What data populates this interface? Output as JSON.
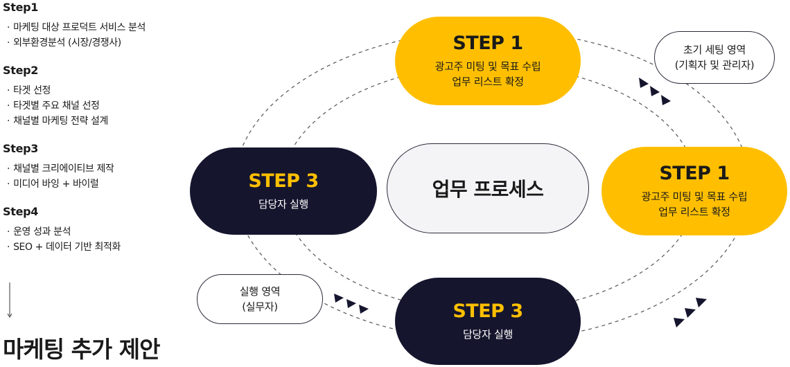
{
  "steps": [
    {
      "title": "Step1",
      "items": [
        "마케팅 대상 프로덕트 서비스 분석",
        "외부환경분석 (시장/경쟁사)"
      ]
    },
    {
      "title": "Step2",
      "items": [
        "타겟 선정",
        "타겟별 주요 채널 선정",
        "채널별 마케팅 전략 설계"
      ]
    },
    {
      "title": "Step3",
      "items": [
        "채널별 크리에이티브 제작",
        "미디어 바잉 + 바이럴"
      ]
    },
    {
      "title": "Step4",
      "items": [
        "운영 성과 분석",
        "SEO + 데이터 기반 최적화"
      ]
    }
  ],
  "proposal": "마케팅 추가 제안",
  "center": "업무 프로세스",
  "pills": {
    "top": {
      "label": "STEP 1",
      "line1": "광고주 미팅 및 목표 수립",
      "line2": "업무 리스트 확정"
    },
    "right": {
      "label": "STEP 1",
      "line1": "광고주 미팅 및 목표 수립",
      "line2": "업무 리스트 확정"
    },
    "left": {
      "label": "STEP 3",
      "line1": "담당자 실행"
    },
    "bottom": {
      "label": "STEP 3",
      "line1": "담당자 실행"
    }
  },
  "notes": {
    "setup": {
      "line1": "초기 세팅 영역",
      "line2": "(기획자 및 관리자)"
    },
    "exec": {
      "line1": "실행 영역",
      "line2": "(실무자)"
    }
  },
  "colors": {
    "yellow": "#ffbf00",
    "navy": "#15152e"
  }
}
